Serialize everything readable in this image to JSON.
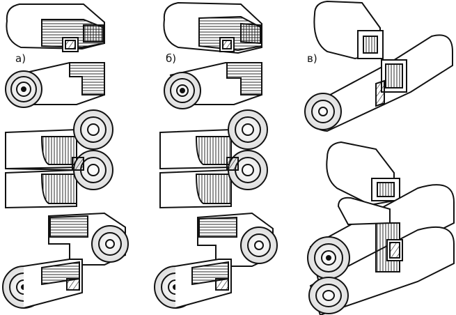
{
  "figure": {
    "labels": {
      "a": "а)",
      "b": "б)",
      "v": "в)"
    },
    "colors": {
      "ink": "#111111",
      "paper": "#ffffff",
      "shade": "#888888"
    }
  }
}
